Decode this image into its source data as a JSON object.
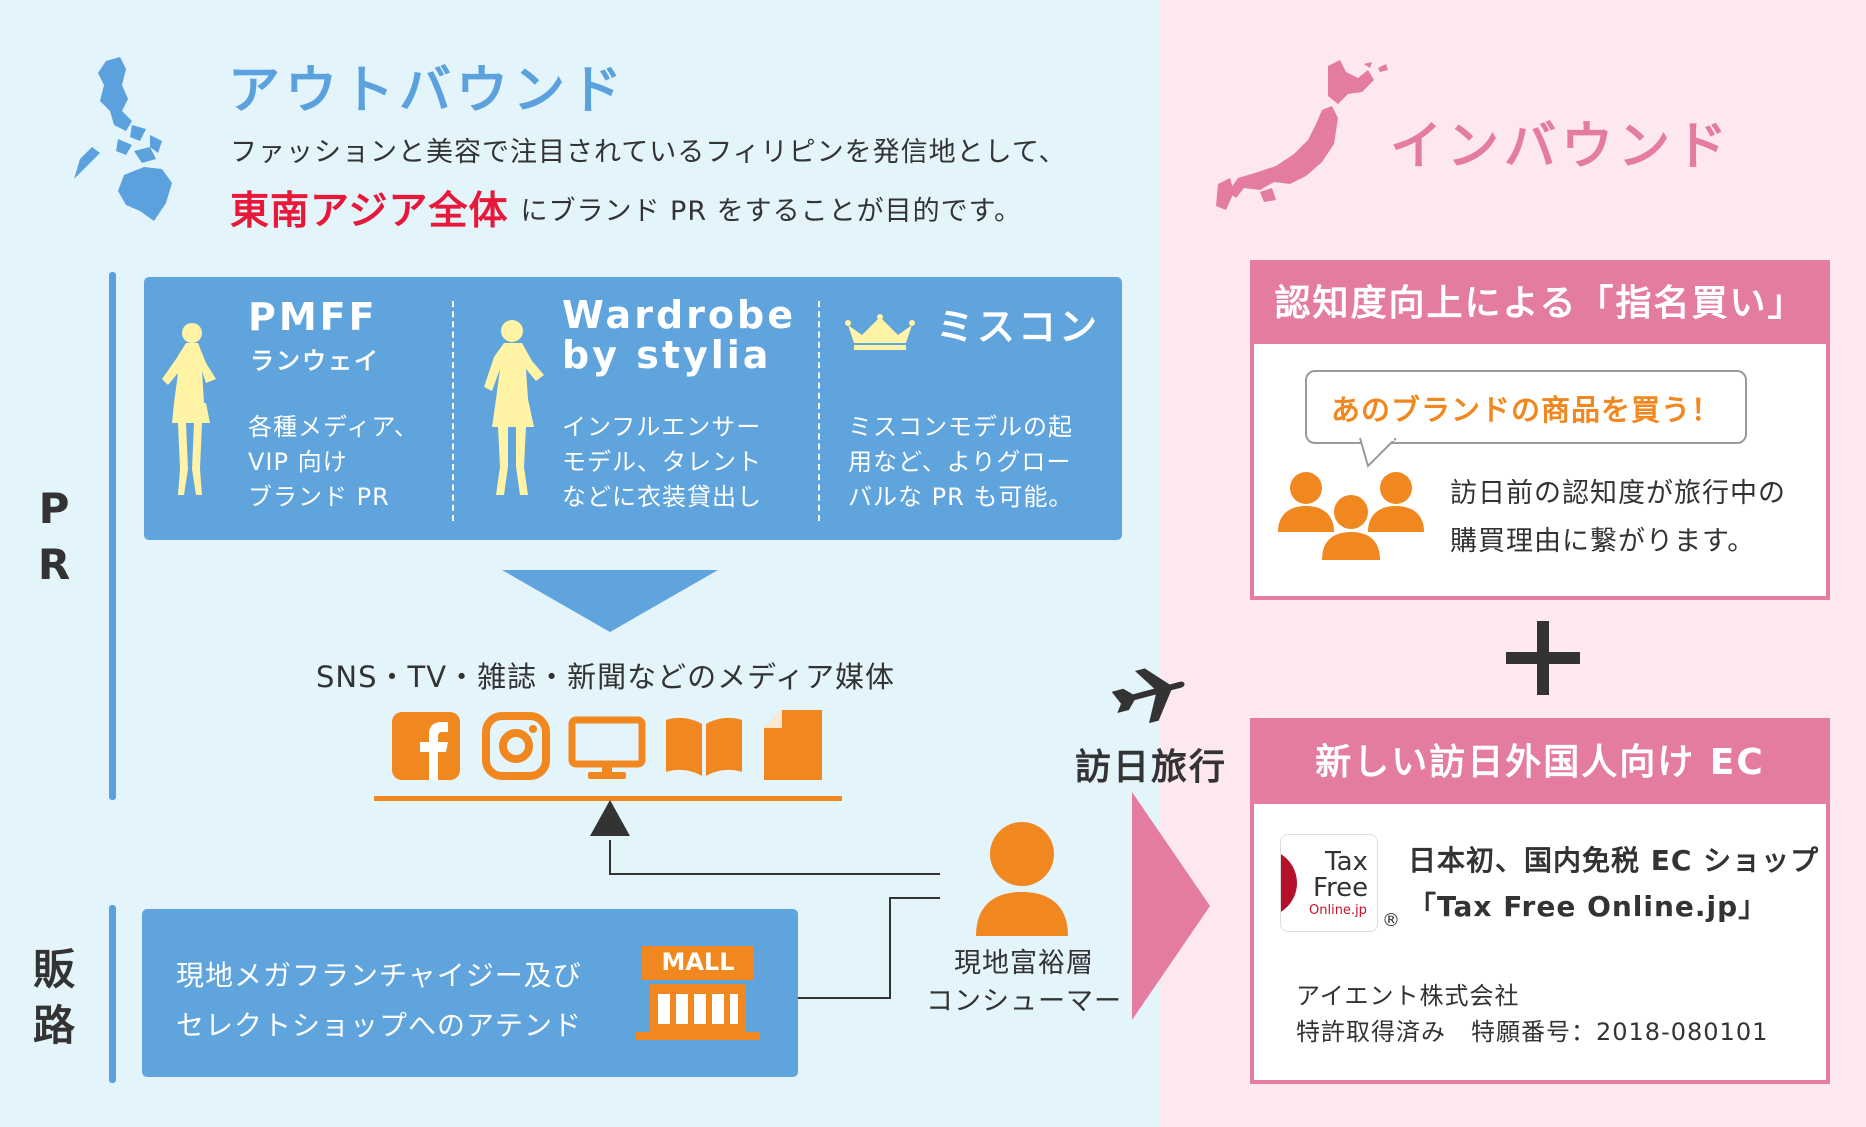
{
  "outbound": {
    "title": "アウトバウンド",
    "desc_line1": "ファッションと美容で注目されているフィリピンを発信地として、",
    "desc_highlight": "東南アジア全体",
    "desc_line2": "にブランド PR をすることが目的です。"
  },
  "inbound": {
    "title": "インバウンド"
  },
  "side_labels": {
    "pr": "P\nR",
    "sales": "販\n路"
  },
  "pr_items": [
    {
      "name": "PMFF",
      "sub": "ランウェイ",
      "text": "各種メディア、\nVIP 向け\nブランド PR"
    },
    {
      "name": "Wardrobe\nby stylia",
      "sub": "",
      "text": "インフルエンサー\nモデル、タレント\nなどに衣装貸出し"
    },
    {
      "name": "ミスコン",
      "sub": "",
      "text": "ミスコンモデルの起\n用など、よりグロー\nバルな PR も可能。"
    }
  ],
  "media": {
    "label": "SNS・TV・雑誌・新聞などのメディア媒体",
    "icons": [
      "facebook-icon",
      "instagram-icon",
      "tv-icon",
      "magazine-icon",
      "newspaper-icon"
    ]
  },
  "sales": {
    "text": "現地メガフランチャイジー及び\nセレクトショップへのアテンド",
    "mall": "MALL"
  },
  "consumer": {
    "label": "現地富裕層\nコンシューマー"
  },
  "travel": {
    "label": "訪日旅行"
  },
  "box1": {
    "header": "認知度向上による「指名買い」",
    "bubble": "あのブランドの商品を買う！",
    "text": "訪日前の認知度が旅行中の\n購買理由に繋がります。"
  },
  "box2": {
    "header": "新しい訪日外国人向け EC",
    "logo_lines": [
      "Tax",
      "Free",
      "Online.jp"
    ],
    "reg": "®",
    "text": "日本初、国内免税 EC ショップ\n「Tax Free Online.jp」",
    "company": "アイエント株式会社\n特許取得済み　特願番号：2018-080101"
  },
  "colors": {
    "blue": "#5fa4dc",
    "pink": "#e47ba0",
    "orange": "#f0871f",
    "red": "#e8183a",
    "yellow": "#fff3a6"
  }
}
